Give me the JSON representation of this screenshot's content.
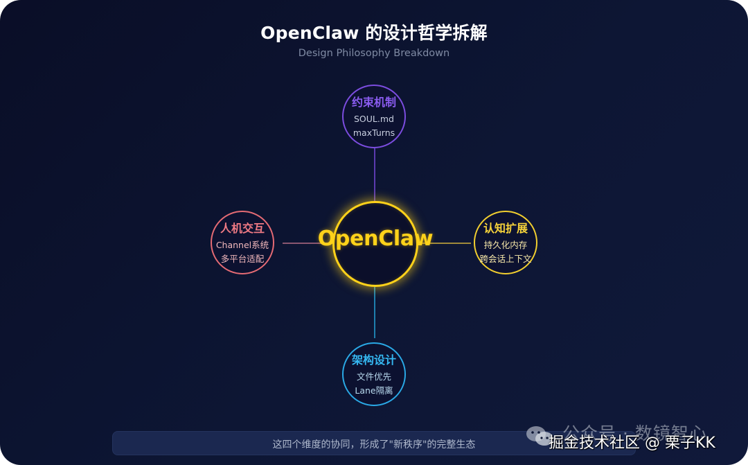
{
  "header": {
    "title": "OpenClaw 的设计哲学拆解",
    "subtitle": "Design Philosophy Breakdown"
  },
  "center": {
    "label": "OpenClaw",
    "color": "#ffd21a"
  },
  "nodes": {
    "top": {
      "label": "约束机制",
      "lines": [
        "SOUL.md",
        "maxTurns"
      ],
      "color": "#7c4de0"
    },
    "left": {
      "label": "人机交互",
      "lines": [
        "Channel系统",
        "多平台适配"
      ],
      "color": "#e56b74"
    },
    "right": {
      "label": "认知扩展",
      "lines": [
        "持久化内存",
        "跨会话上下文"
      ],
      "color": "#f2cf2f"
    },
    "bottom": {
      "label": "架构设计",
      "lines": [
        "文件优先",
        "Lane隔离"
      ],
      "color": "#2aa9e6"
    }
  },
  "footer": {
    "text": "这四个维度的协同，形成了\"新秩序\"的完整生态"
  },
  "watermarks": {
    "wechat": "公众号 · 数镜智心",
    "juejin": "掘金技术社区 @ 栗子KK"
  }
}
